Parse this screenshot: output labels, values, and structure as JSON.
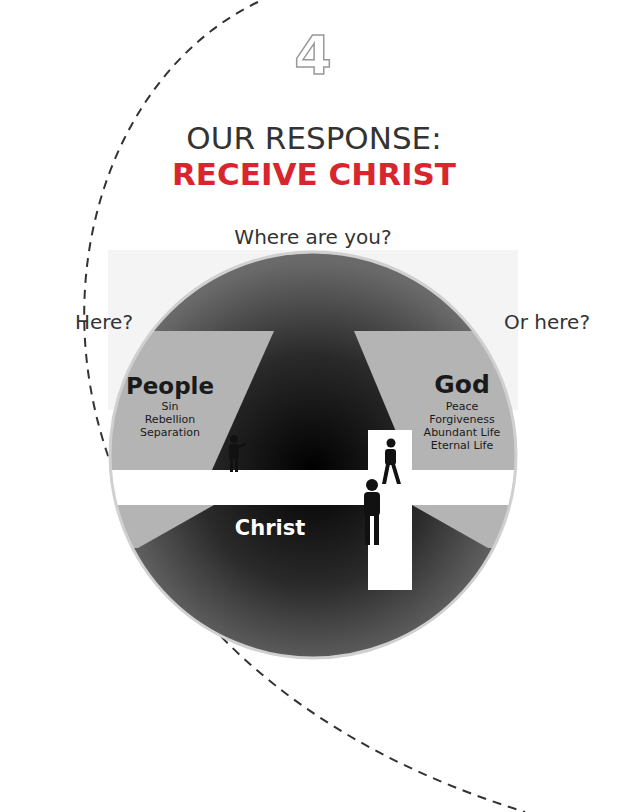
{
  "diagram": {
    "nodes": [
      {
        "text": [
          "People",
          "Sin",
          "Rebellion",
          "Separation"
        ]
      },
      {
        "text": [
          "God",
          "Peace",
          "Forgiveness",
          "Abundant Life",
          "Eternal Life"
        ]
      },
      {
        "text": [
          "Christ"
        ]
      }
    ],
    "labels": [
      "4",
      "OUR RESPONSE:",
      "RECEIVE CHRIST",
      "Where are you?",
      "Here?",
      "Or here?"
    ]
  }
}
